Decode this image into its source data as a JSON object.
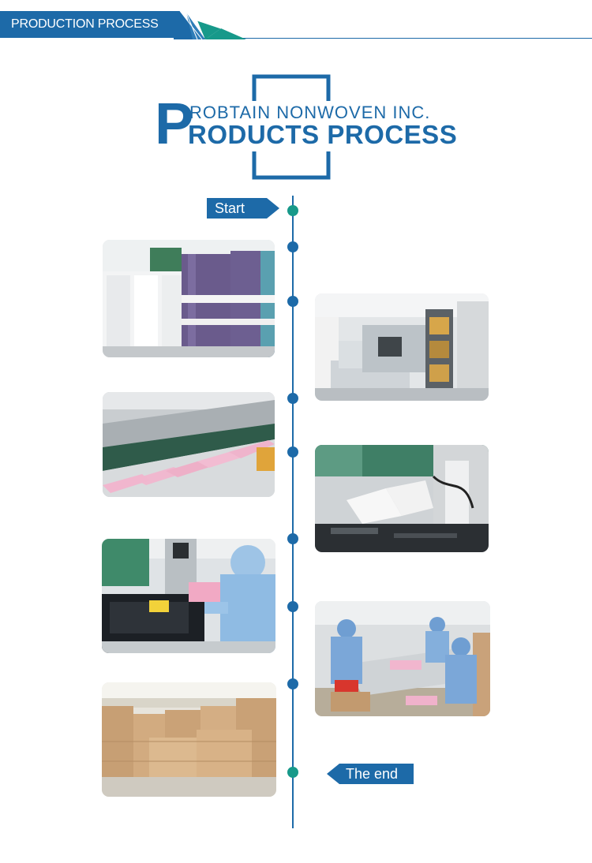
{
  "header": {
    "label": "PRODUCTION PROCESS"
  },
  "title": {
    "big_letter": "P",
    "line1": "ROBTAIN NONWOVEN INC.",
    "line2": "RODUCTS PROCESS"
  },
  "timeline": {
    "start_label": "Start",
    "end_label": "The end"
  },
  "colors": {
    "brand_blue": "#1d6aa8",
    "accent_teal": "#17998a"
  },
  "photos": [
    {
      "id": "nonwoven-rolls",
      "icon": "fabric-rolls-photo"
    },
    {
      "id": "mask-machine",
      "icon": "machine-photo"
    },
    {
      "id": "pink-mask-conveyor",
      "icon": "conveyor-photo"
    },
    {
      "id": "ear-loop-welding",
      "icon": "welding-photo"
    },
    {
      "id": "ultrasonic-welding-worker",
      "icon": "worker-photo"
    },
    {
      "id": "packing-workers",
      "icon": "workers-table-photo"
    },
    {
      "id": "warehouse-boxes",
      "icon": "boxes-photo"
    }
  ]
}
